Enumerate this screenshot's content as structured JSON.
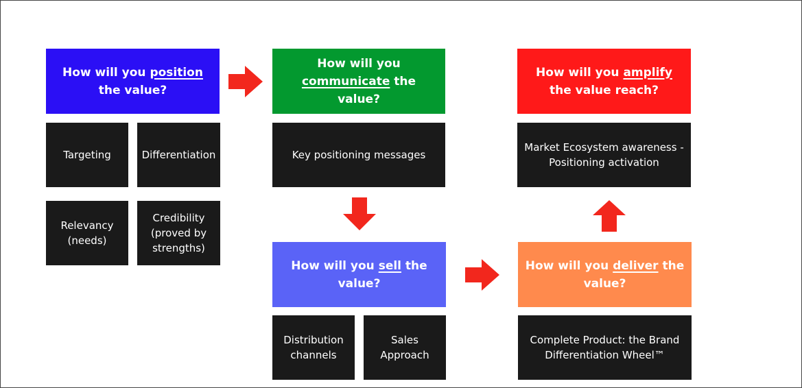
{
  "colors": {
    "position": "#2b0ff5",
    "communicate": "#03992f",
    "amplify": "#ff1919",
    "sell": "#5a63f7",
    "deliver": "#ff8a4d",
    "dark_box": "#1a1a1a",
    "arrow": "#f2271d"
  },
  "position": {
    "pre": "How will you ",
    "key": "position",
    "post": " the value?",
    "items": [
      "Targeting",
      "Differentiation",
      "Relevancy (needs)",
      "Credibility (proved by strengths)"
    ]
  },
  "communicate": {
    "pre": "How will you ",
    "key": "communicate",
    "post": " the value?",
    "item": "Key positioning messages"
  },
  "amplify": {
    "pre": "How will you ",
    "key": "amplify",
    "post": " the value reach?",
    "item": "Market Ecosystem awareness - Positioning activation"
  },
  "sell": {
    "pre": "How will you ",
    "key": "sell",
    "post": " the value?",
    "items": [
      "Distribution channels",
      "Sales Approach"
    ]
  },
  "deliver": {
    "pre": "How will you ",
    "key": "deliver",
    "post": " the value?",
    "item": "Complete Product: the Brand Differentiation Wheel™"
  },
  "arrows": [
    "arrow-right",
    "arrow-down",
    "arrow-right",
    "arrow-up"
  ]
}
